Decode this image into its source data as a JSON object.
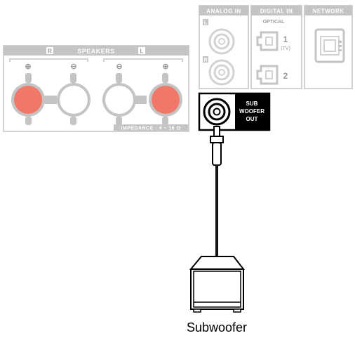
{
  "speakers": {
    "title": "SPEAKERS",
    "channel_right": "R",
    "channel_left": "L",
    "polarity_plus": "⊕",
    "polarity_minus": "⊖",
    "impedance": "IMPEDANCE : 4 ~ 16 Ω",
    "terminal_colors": {
      "positive": "#f07868",
      "negative": "#ffffff"
    }
  },
  "analog_in": {
    "title": "ANALOG IN",
    "label_left": "L",
    "label_right": "R"
  },
  "digital_in": {
    "title": "DIGITAL IN",
    "subtitle": "OPTICAL",
    "port_1": "1",
    "port_1_note": "(TV)",
    "port_2": "2"
  },
  "network": {
    "title": "NETWORK"
  },
  "subwoofer_out": {
    "line1": "SUB",
    "line2": "WOOFER",
    "line3": "OUT"
  },
  "device": {
    "caption": "Subwoofer"
  },
  "colors": {
    "panel_gray": "#c4c4c4",
    "outline_gray": "#d2d2d2",
    "cable": "#111111"
  }
}
